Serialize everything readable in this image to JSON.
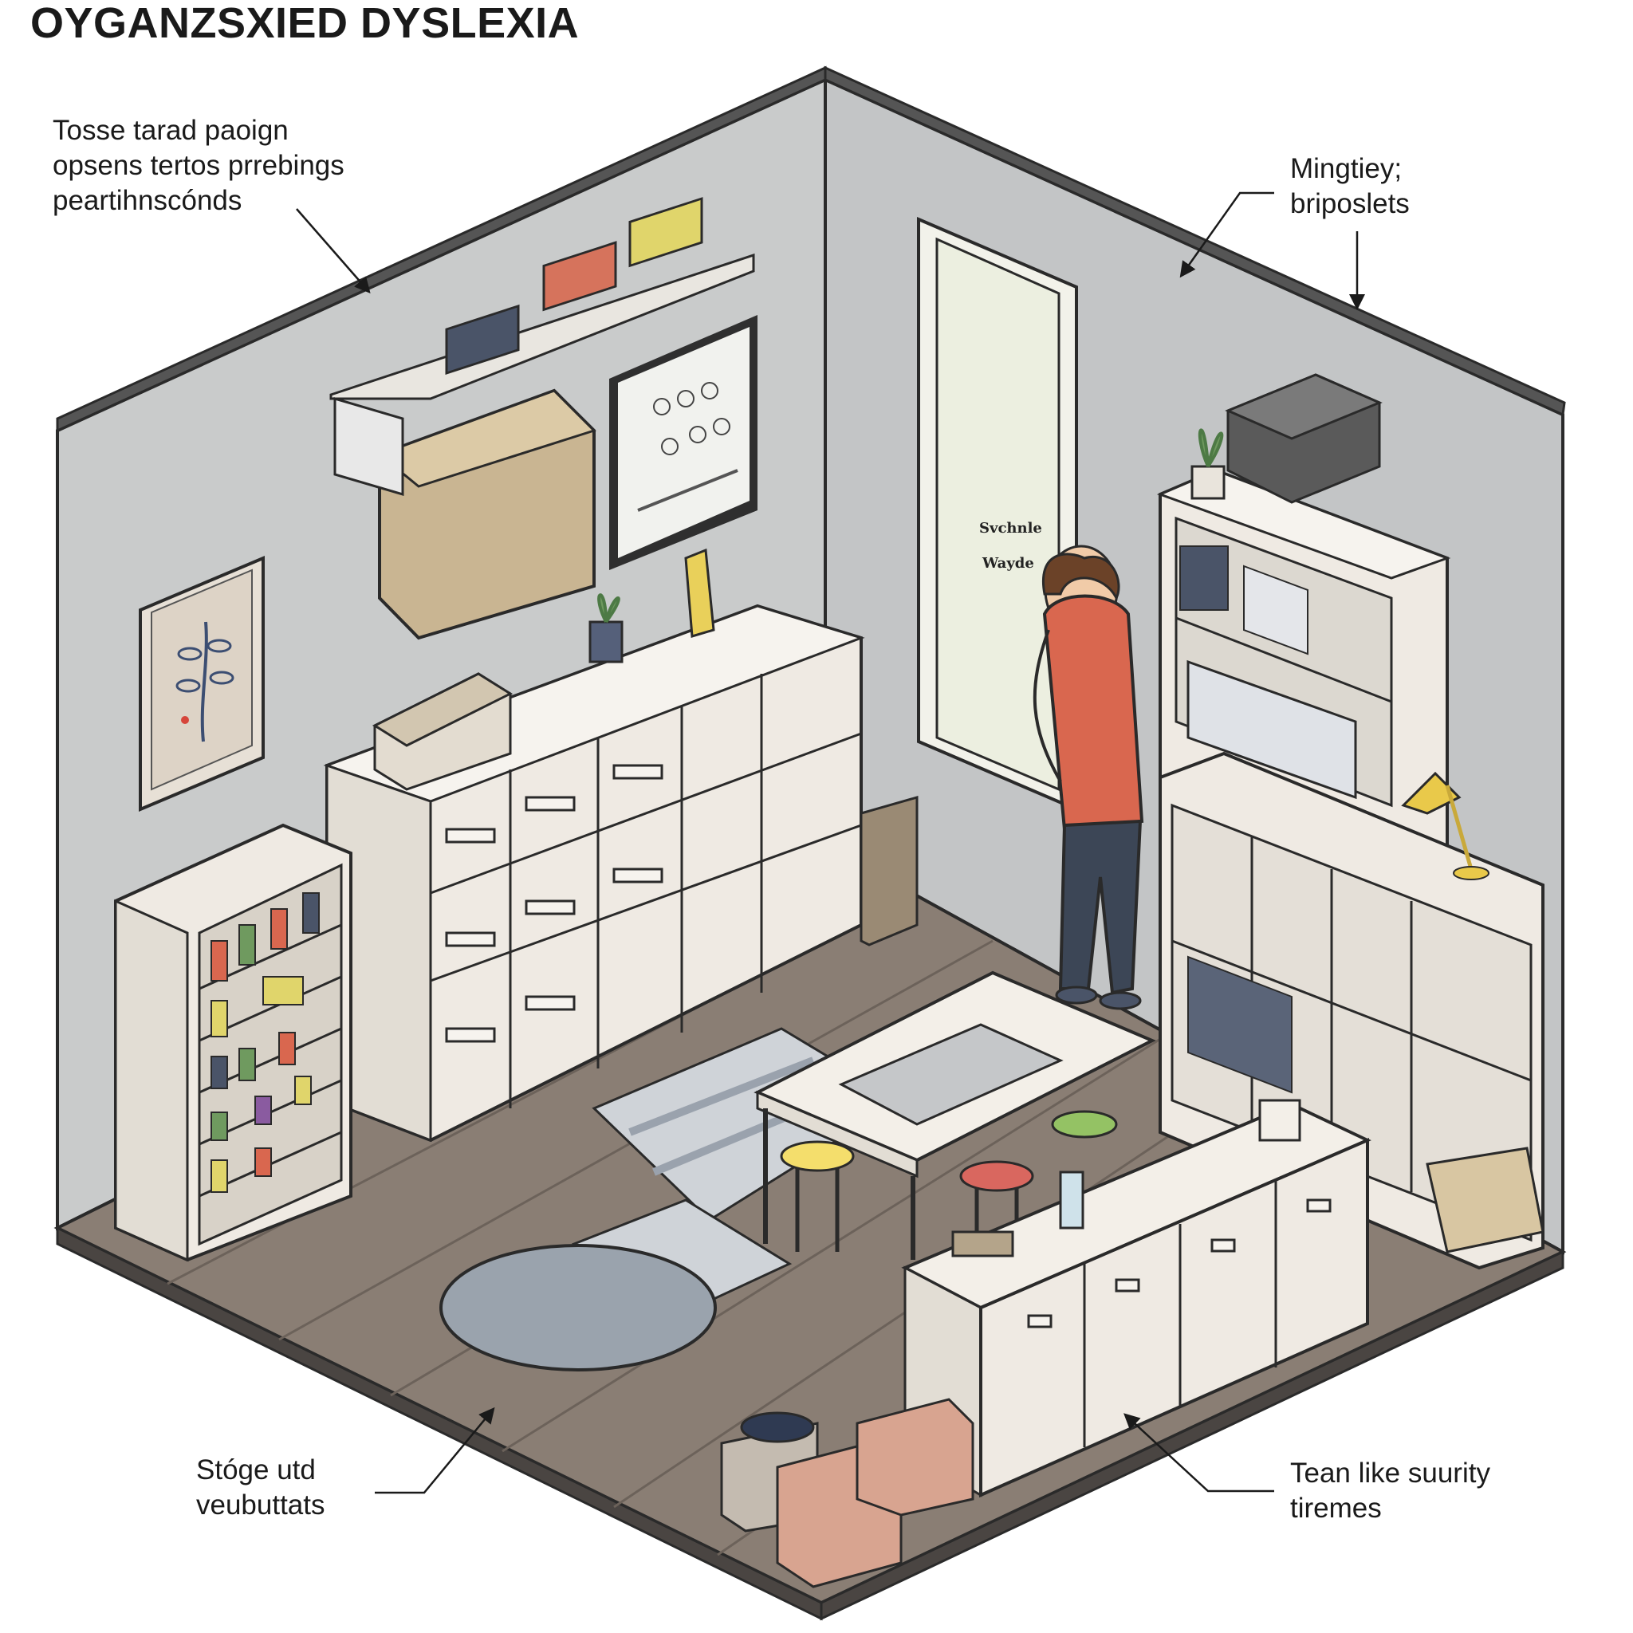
{
  "title": "OYGANZSXIED DYSLEXIA",
  "callouts": {
    "top_left": [
      "Tosse tarad paoign",
      "opsens tertos  prrebings",
      "peartihnscónds"
    ],
    "top_right": [
      "Mingtiey;",
      "briposlets"
    ],
    "bottom_left": [
      "Stóge utd",
      "veubuttats"
    ],
    "bottom_right": [
      "Tean like suurity",
      "tiremes"
    ]
  },
  "whiteboard": [
    "Svchnle",
    "Wayde"
  ],
  "colors": {
    "wall": "#c9cbcb",
    "floor": "#8a7e74",
    "furniture": "#efeae3",
    "shirt": "#d9674f",
    "pants": "#3c4656",
    "hair": "#6b4228"
  }
}
